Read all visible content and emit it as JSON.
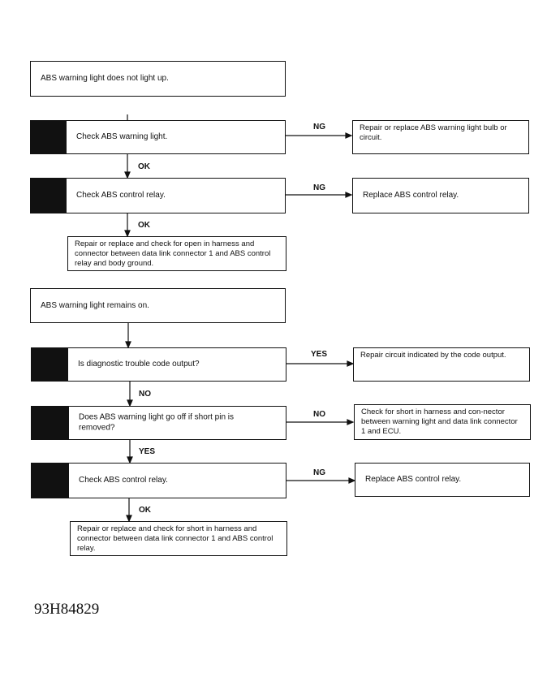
{
  "flow1": {
    "start": "ABS warning light does not light up.",
    "check_warning_light": "Check ABS warning light.",
    "check_warning_light_ng_label": "NG",
    "repair_bulb": "Repair or replace ABS warning light bulb or circuit.",
    "ok_label_1": "OK",
    "check_relay": "Check ABS control relay.",
    "check_relay_ng_label": "NG",
    "replace_relay": "Replace ABS control relay.",
    "ok_label_2": "OK",
    "repair_open": "Repair or replace and check for open in harness and connector between data link connector 1 and ABS control relay and body ground."
  },
  "flow2": {
    "start": "ABS warning light remains on.",
    "code_output_q": "Is diagnostic trouble code output?",
    "code_yes_label": "YES",
    "repair_circuit": "Repair circuit indicated by the code output.",
    "no_label_1": "NO",
    "short_pin_q": "Does ABS warning light go off if short pin is removed?",
    "short_pin_no_label": "NO",
    "check_short": "Check for short in harness and con-nector between warning light and data link connector 1 and ECU.",
    "yes_label": "YES",
    "check_relay": "Check ABS control relay.",
    "check_relay_ng_label": "NG",
    "replace_relay": "Replace ABS control relay.",
    "ok_label": "OK",
    "repair_short": "Repair or replace and check for short in harness and connector between data link connector 1 and ABS control relay."
  },
  "caption": "93H84829"
}
